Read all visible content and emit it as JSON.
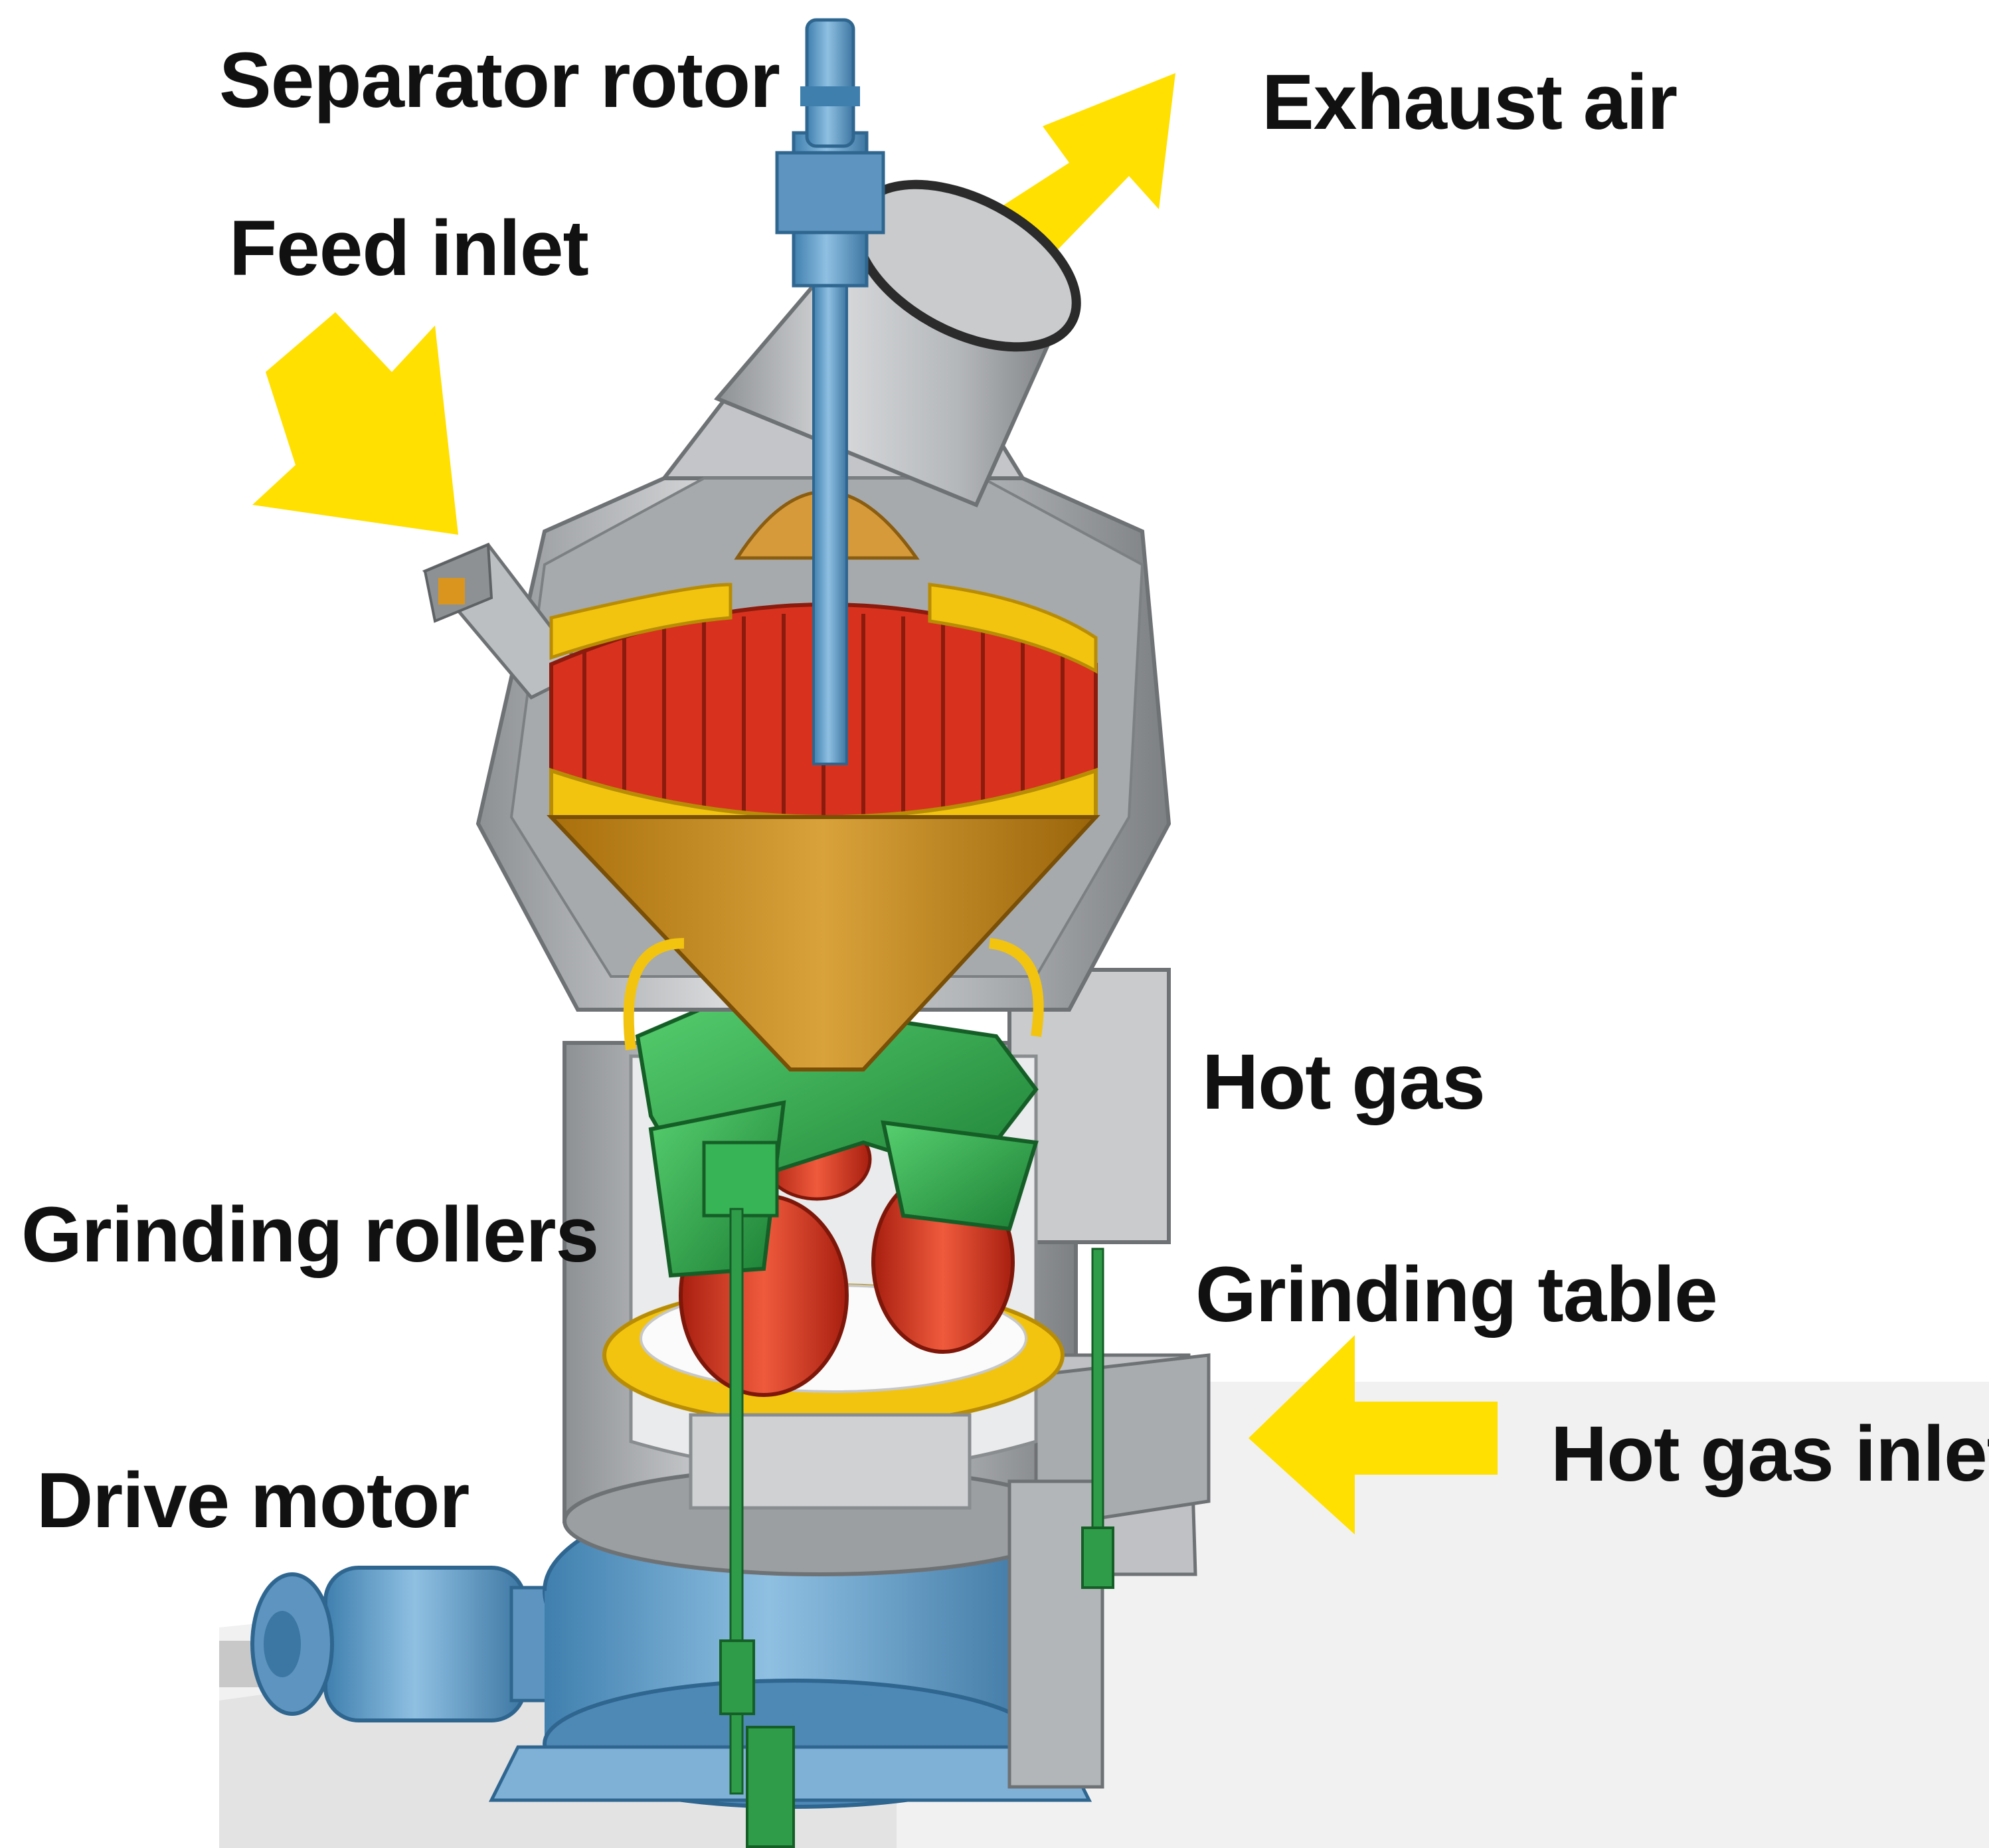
{
  "labels": {
    "separator_rotor": "Separator rotor",
    "exhaust_air": "Exhaust air",
    "feed_inlet": "Feed inlet",
    "hot_gas": "Hot gas",
    "grinding_rollers": "Grinding rollers",
    "grinding_table": "Grinding table",
    "hot_gas_inlet": "Hot gas inlet",
    "drive_motor": "Drive motor"
  },
  "colors": {
    "arrow_yellow": "#ffe000",
    "housing_grey": "#b9bcbf",
    "housing_dark": "#8a8d90",
    "separator_red": "#d8321e",
    "cage_yellow": "#f2c40f",
    "cone_ochre": "#c58a16",
    "roller_green": "#2aa84a",
    "roller_red": "#d9361f",
    "motor_blue": "#6fa6cf",
    "text": "#111111"
  }
}
